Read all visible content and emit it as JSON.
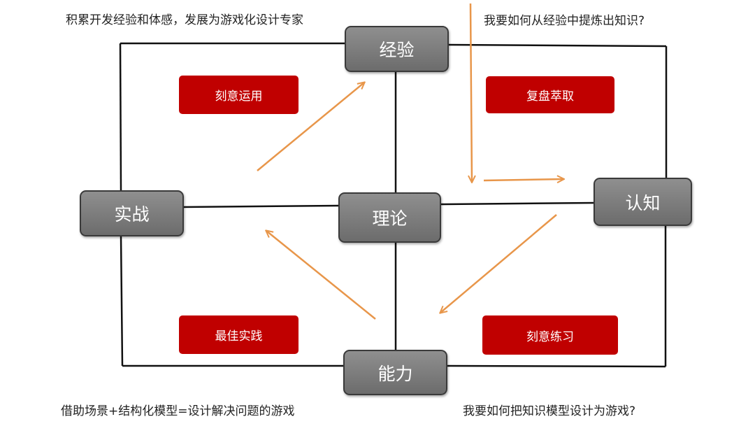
{
  "captions": {
    "top_left": "积累开发经验和体感，发展为游戏化设计专家",
    "top_right": "我要如何从经验中提炼出知识?",
    "bottom_left": "借助场景+结构化模型=设计解决问题的游戏",
    "bottom_right": "我要如何把知识模型设计为游戏?"
  },
  "nodes": {
    "top": "经验",
    "left": "实战",
    "center": "理论",
    "right": "认知",
    "bottom": "能力"
  },
  "quadrants": {
    "top_left": "刻意运用",
    "top_right": "复盘萃取",
    "bottom_left": "最佳实践",
    "bottom_right": "刻意练习"
  },
  "colors": {
    "arrow": "#e8964a",
    "accent_red": "#c00000",
    "node_gray": "#7d7d7d",
    "frame": "#111111"
  }
}
